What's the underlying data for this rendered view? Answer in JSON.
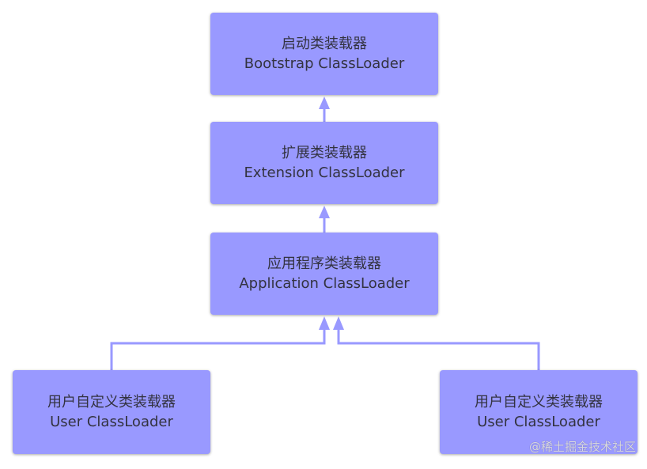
{
  "nodes": {
    "bootstrap": {
      "zh": "启动类装载器",
      "en": "Bootstrap ClassLoader"
    },
    "extension": {
      "zh": "扩展类装载器",
      "en": "Extension ClassLoader"
    },
    "application": {
      "zh": "应用程序类装载器",
      "en": "Application ClassLoader"
    },
    "user_left": {
      "zh": "用户自定义类装载器",
      "en": "User ClassLoader"
    },
    "user_right": {
      "zh": "用户自定义类装载器",
      "en": "User ClassLoader"
    }
  },
  "watermark": "@稀土掘金技术社区",
  "colors": {
    "box_fill": "#9999ff",
    "connector": "#9999ff",
    "text": "#333340"
  }
}
